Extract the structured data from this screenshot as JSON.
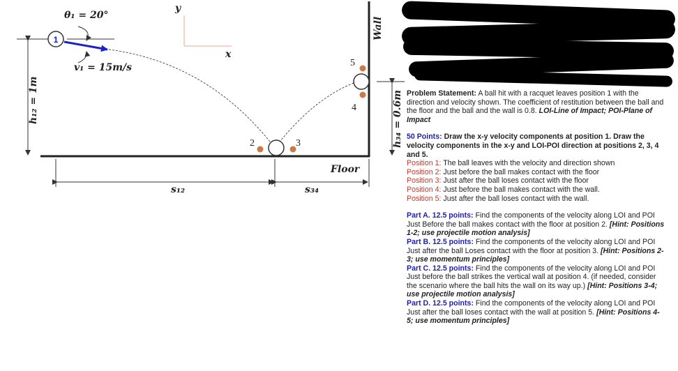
{
  "figure": {
    "theta_label": "θ₁ = 20°",
    "velocity_label": "v₁ = 15m/s",
    "axis_y": "y",
    "axis_x": "x",
    "h12_label": "h₁₂ = 1m",
    "h34_label": "h₃₄ = 0.6m",
    "wall_label": "Wall",
    "floor_label": "Floor",
    "s12_label": "s₁₂",
    "s34_label": "s₃₄",
    "pos1": "1",
    "pos2": "2",
    "pos3": "3",
    "pos4": "4",
    "pos5": "5",
    "colors": {
      "velocity_arrow": "#1a22c8",
      "dots": "#c97b4a"
    }
  },
  "problem": {
    "statement_label": "Problem Statement:",
    "statement_text": " A ball hit with a racquet leaves position 1 with the direction and velocity shown. The coefficient of restitution between the ball and the floor and the ball and the wall is 0.8. ",
    "statement_abbrev": "LOI-Line of Impact; POI-Plane of Impact",
    "points_label": "50 Points:",
    "points_text": " Draw the x-y velocity components at position 1. Draw the velocity components in the x-y and LOI-POI direction at positions 2, 3, 4 and 5.",
    "positions": [
      {
        "label": "Position 1:",
        "text": " The ball leaves with the velocity and direction shown"
      },
      {
        "label": "Position 2:",
        "text": "  Just before the ball makes contact with the floor"
      },
      {
        "label": "Position 3:",
        "text": "  Just after the ball loses contact with the floor"
      },
      {
        "label": "Position 4:",
        "text": "  Just before the ball makes contact with the wall."
      },
      {
        "label": "Position 5:",
        "text": "  Just after the ball loses contact with the wall."
      }
    ]
  },
  "parts": [
    {
      "label": "Part A.",
      "points": "12.5 points:",
      "text": " Find the components of the velocity along LOI and POI Just Before the ball makes contact with the floor at position 2. ",
      "hint": "[Hint: Positions 1-2; use projectile motion analysis]"
    },
    {
      "label": "Part B.",
      "points": "12.5 points:",
      "text": " Find the components of the velocity along LOI and POI Just after the ball Loses contact with the floor at position 3. ",
      "hint": "[Hint: Positions 2-3; use momentum principles]"
    },
    {
      "label": "Part C.",
      "points": "12.5 points:",
      "text": " Find the components of the velocity along LOI and POI Just before the ball strikes the vertical wall at position 4. (if needed, consider the scenario where the ball hits the wall on its way up.) ",
      "hint": "[Hint: Positions 3-4; use projectile motion analysis]"
    },
    {
      "label": "Part D.",
      "points": "12.5 points:",
      "text": " Find the components of the velocity along LOI and POI Just after the ball loses contact with the wall at position 5. ",
      "hint": "[Hint: Positions 4-5; use momentum principles]"
    }
  ]
}
